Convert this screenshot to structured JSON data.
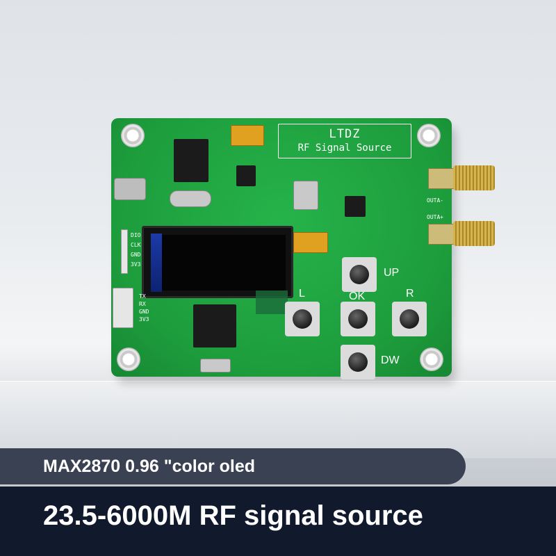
{
  "board": {
    "name": "LTDZ",
    "subtitle": "RF Signal Source",
    "button_labels": {
      "up": "UP",
      "left": "L",
      "ok": "OK",
      "right": "R",
      "down": "DW"
    },
    "pin_labels_left": [
      "DIO",
      "CLK",
      "GND",
      "3V3"
    ],
    "pin_labels_uart": [
      "TX",
      "RX",
      "GND",
      "3V3"
    ],
    "connector_labels": [
      "OUTA-",
      "OUTA+"
    ]
  },
  "banners": {
    "spec": "MAX2870 0.96 \"color oled",
    "headline": "23.5-6000M RF signal source"
  },
  "colors": {
    "pcb": "#1d9c3c",
    "banner_spec_bg": "#3a4152",
    "banner_headline_bg": "#111a2d",
    "text": "#ffffff"
  }
}
